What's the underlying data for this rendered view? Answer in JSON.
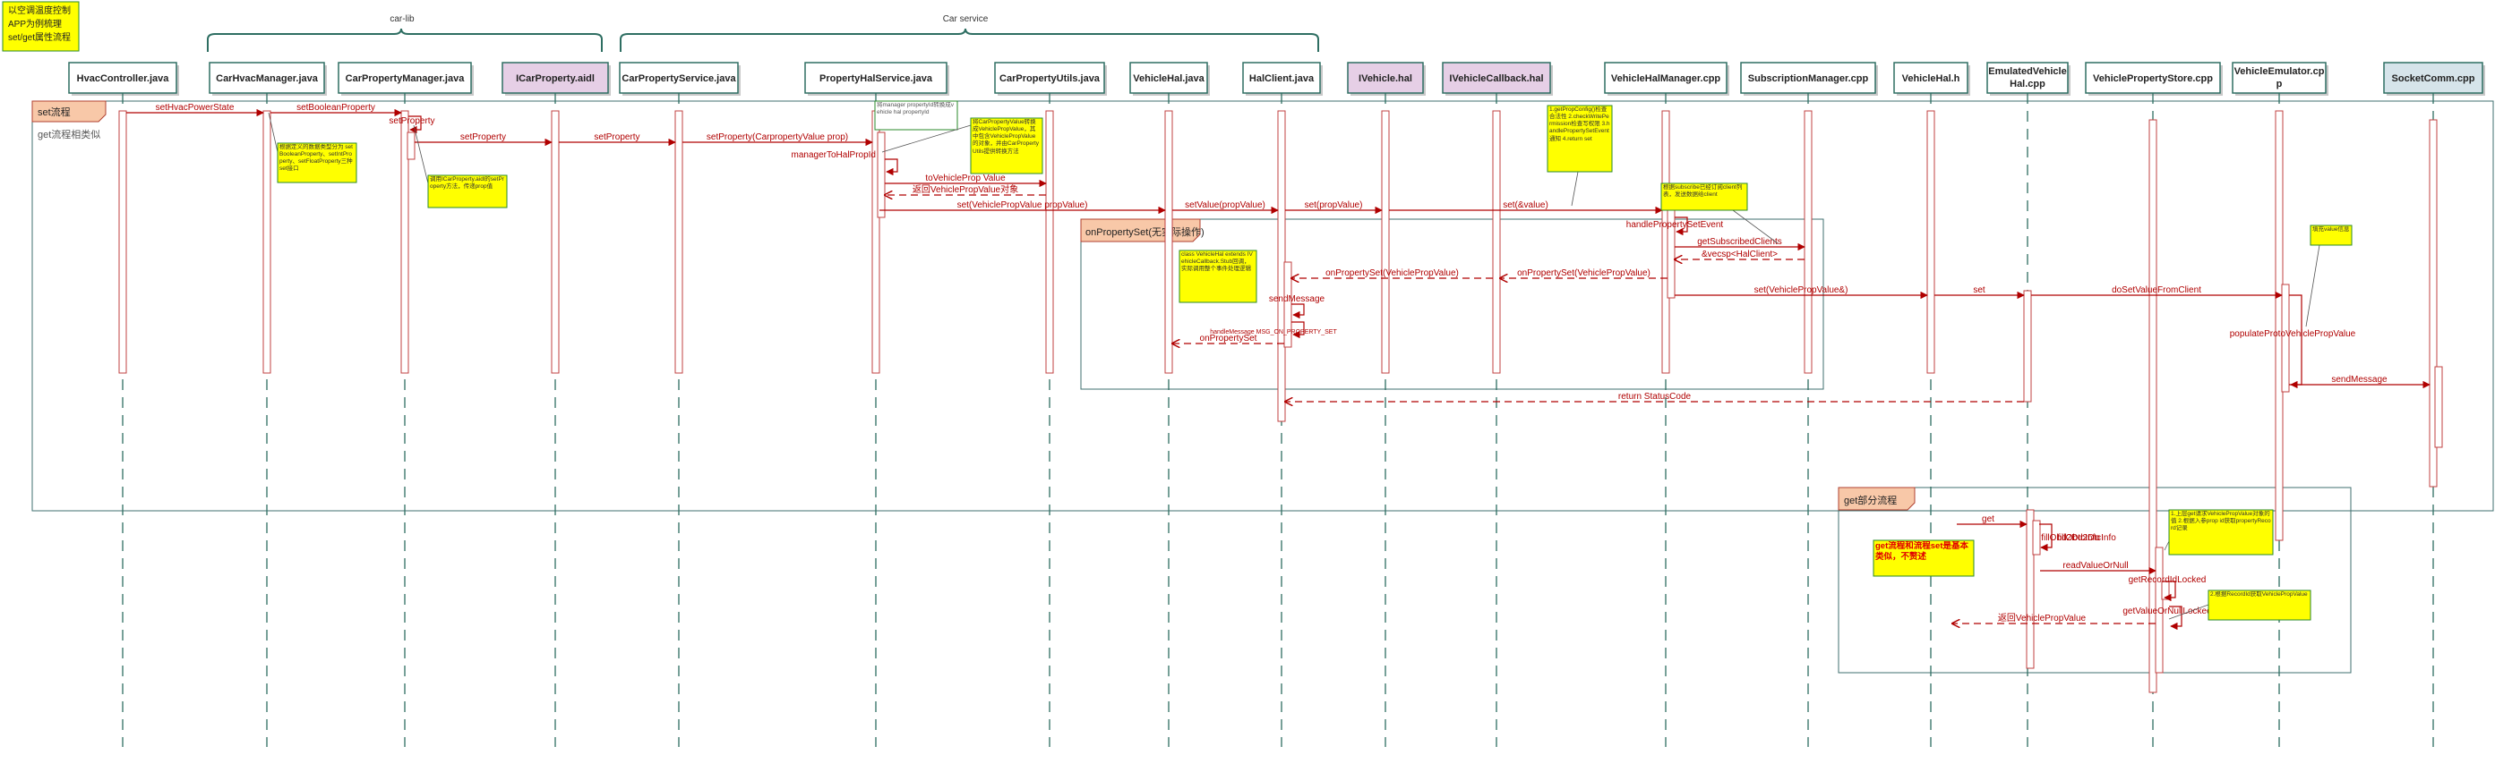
{
  "intro_note": [
    "以空调温度控制",
    "APP为例梳理",
    "set/get属性流程"
  ],
  "groups": {
    "carlib": "car-lib",
    "carservice": "Car service"
  },
  "participants": [
    {
      "id": "hvac",
      "label": [
        "HvacController.java"
      ],
      "color": "#ffffff"
    },
    {
      "id": "carhvac",
      "label": [
        "CarHvacManager.java"
      ],
      "color": "#ffffff"
    },
    {
      "id": "carprop",
      "label": [
        "CarPropertyManager.java"
      ],
      "color": "#ffffff"
    },
    {
      "id": "icarprop",
      "label": [
        "ICarProperty.aidl"
      ],
      "color": "#e6cfe6"
    },
    {
      "id": "carpropsvc",
      "label": [
        "CarPropertyService.java"
      ],
      "color": "#ffffff"
    },
    {
      "id": "prophal",
      "label": [
        "PropertyHalService.java"
      ],
      "color": "#ffffff"
    },
    {
      "id": "carutils",
      "label": [
        "CarPropertyUtils.java"
      ],
      "color": "#ffffff"
    },
    {
      "id": "vhal",
      "label": [
        "VehicleHal.java"
      ],
      "color": "#ffffff"
    },
    {
      "id": "halclient",
      "label": [
        "HalClient.java"
      ],
      "color": "#ffffff"
    },
    {
      "id": "ivehicle",
      "label": [
        "IVehicle.hal"
      ],
      "color": "#e6cfe6"
    },
    {
      "id": "ivcb",
      "label": [
        "IVehicleCallback.hal"
      ],
      "color": "#e6cfe6"
    },
    {
      "id": "vhalmgr",
      "label": [
        "VehicleHalManager.cpp"
      ],
      "color": "#ffffff"
    },
    {
      "id": "submgr",
      "label": [
        "SubscriptionManager.cpp"
      ],
      "color": "#ffffff"
    },
    {
      "id": "vhalh",
      "label": [
        "VehicleHal.h"
      ],
      "color": "#ffffff"
    },
    {
      "id": "emuvhal",
      "label": [
        "EmulatedVehicle",
        "Hal.cpp"
      ],
      "color": "#ffffff"
    },
    {
      "id": "propstore",
      "label": [
        "VehiclePropertyStore.cpp"
      ],
      "color": "#ffffff"
    },
    {
      "id": "emulator",
      "label": [
        "VehicleEmulator.cp",
        "p"
      ],
      "color": "#ffffff"
    },
    {
      "id": "socket",
      "label": [
        "SocketComm.cpp"
      ],
      "color": "#d6e4ea"
    }
  ],
  "frames": {
    "set": {
      "tag": "set流程",
      "subtitle": "get流程相类似"
    },
    "onprop": {
      "tag": "onPropertySet(无实际操作)"
    },
    "get": {
      "tag": "get部分流程"
    }
  },
  "messages": {
    "m1": "setHvacPowerState",
    "m2": "setBooleanProperty",
    "m3": "setProperty",
    "m4": "setProperty",
    "m5": "setProperty",
    "m6": "setProperty(CarpropertyValue prop)",
    "m7": "managerToHalPropId",
    "m8": "toVehicleProp Value",
    "m9": "返回VehiclePropValue对象",
    "m10": "set(VehiclePropValue propValue)",
    "m11": "setValue(propValue)",
    "m12": "set(propValue)",
    "m13": "set(&value)",
    "m14": "handlePropertySetEvent",
    "m15": "getSubscribedClients",
    "m16": "&vecsp<HalClient>",
    "m17": "onPropertySet(VehiclePropValue)",
    "m18": "onPropertySet(VehiclePropValue)",
    "m19": "sendMessage",
    "m20": "handleMessage MSG_ON_PROPERTY_SET",
    "m21": "onPropertySet",
    "m22": "set(VehiclePropValue&)",
    "m23": "set",
    "m24": "doSetValueFromClient",
    "m25": "populateProtoVehiclePropValue",
    "m26": "sendMessage",
    "m27": "return StatusCode",
    "g1": "get",
    "g2": "fillObd2DtcInfo",
    "g3": "fillObd2DtcInfo",
    "g4": "readValueOrNull",
    "g5": "getRecordIdLocked",
    "g6": "getValueOrNullLocked",
    "g7": "返回VehiclePropValue"
  },
  "notes": {
    "n_carhvac": "根据定义的数据类型分为 setBooleanProperty、setIntProperty、setFloatProperty三种set接口",
    "n_carprop": "调用ICarProperty.aidl的setProperty方法，传递prop值",
    "n_prophal_top": "将manager propertyId转换成vehicle hal propertyId",
    "n_prophal": "将CarPropertyValue转换成VehiclePropValue，其中包含VehiclePropValue的对象，并由CarPropertyUtils提供转换方法",
    "n_vhal": "class VehicleHal extends IVehicleCallback.Stub回调，实际调用整个事件处理逻辑",
    "n_vhalmgr": "1.getPropConfig()检查合法性 2.checkWritePermission检查写权限 3.handlePropertySetEvent通知 4.return set",
    "n_submgr": "根据subscribe已经订阅client列表，发送数据给client",
    "n_emulator": "填充value信息",
    "n_get_warning": "get流程和流程set是基本类似，不赘述",
    "n_propstore": "1.上层get请求VehiclePropValue对象的值 2.根据入参prop id获取propertyRecord记录",
    "n_record": "2.根据RecordId获取VehiclePropValue"
  },
  "colors": {
    "message": "#b00000",
    "lifeline": "#2e6e62",
    "header_border": "#2e6e62",
    "frame_border": "#3f6f6f",
    "note_fill": "#ffff00",
    "note_border": "#2a8a2a",
    "tag_fill": "#f8c8a8",
    "activation_border": "#c04040"
  }
}
